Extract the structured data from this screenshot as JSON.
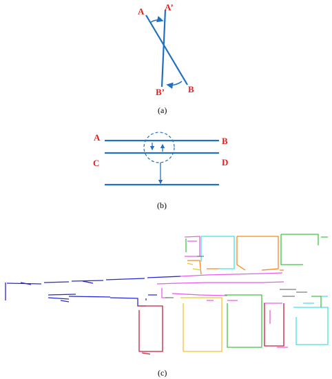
{
  "colors": {
    "blue": "#1f6fc2",
    "red_label": "#e0211d",
    "caption": "#000000",
    "plan_blue": "#2626d6",
    "plan_magenta": "#e85ce8",
    "plan_cyan": "#45e0e0",
    "plan_orange": "#f58a1f",
    "plan_green": "#45c245",
    "plan_red": "#c81e3c",
    "plan_yellow": "#f4c430",
    "plan_gray": "#7a7a7a"
  },
  "panel_a": {
    "label_A": "A",
    "label_A_prime": "A’",
    "label_B": "B",
    "label_B_prime": "B’",
    "caption": "(a)"
  },
  "panel_b": {
    "label_A": "A",
    "label_B": "B",
    "label_C": "C",
    "label_D": "D",
    "caption": "(b)"
  },
  "panel_c": {
    "caption": "(c)"
  }
}
